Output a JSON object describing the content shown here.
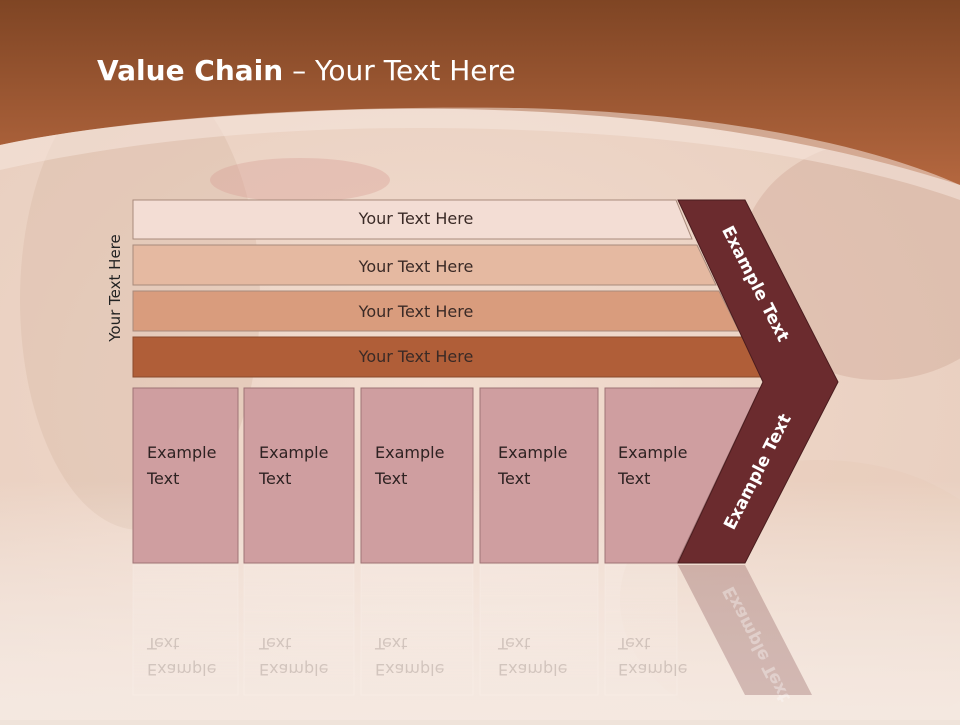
{
  "title": {
    "bold": "Value Chain",
    "rest": " – Your Text Here"
  },
  "side_label": "Your Text Here",
  "bars": [
    {
      "label": "Your Text Here"
    },
    {
      "label": "Your Text Here"
    },
    {
      "label": "Your Text Here"
    },
    {
      "label": "Your Text Here"
    }
  ],
  "boxes": [
    {
      "line1": "Example",
      "line2": "Text"
    },
    {
      "line1": "Example",
      "line2": "Text"
    },
    {
      "line1": "Example",
      "line2": "Text"
    },
    {
      "line1": "Example",
      "line2": "Text"
    },
    {
      "line1": "Example",
      "line2": "Text"
    }
  ],
  "chevron_top": "Example Text",
  "chevron_bottom": "Example Text",
  "colors": {
    "header": "#a65a34",
    "bar1": "#f3ddd4",
    "bar2": "#e5b9a1",
    "bar3": "#d99c7d",
    "bar4": "#b05e38",
    "box": "#cf9ea0",
    "chevron": "#6b2b2e"
  }
}
